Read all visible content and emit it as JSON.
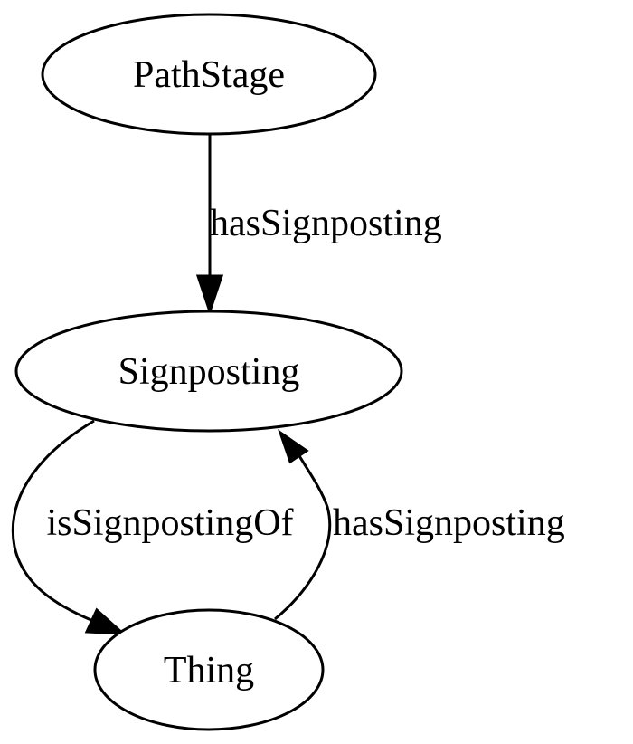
{
  "nodes": {
    "pathstage": {
      "label": "PathStage"
    },
    "signposting": {
      "label": "Signposting"
    },
    "thing": {
      "label": "Thing"
    }
  },
  "edges": {
    "pathstage_to_signposting": {
      "from": "PathStage",
      "to": "Signposting",
      "label": "hasSignposting"
    },
    "signposting_to_thing": {
      "from": "Signposting",
      "to": "Thing",
      "label": "isSignpostingOf"
    },
    "thing_to_signposting": {
      "from": "Thing",
      "to": "Signposting",
      "label": "hasSignposting"
    }
  }
}
